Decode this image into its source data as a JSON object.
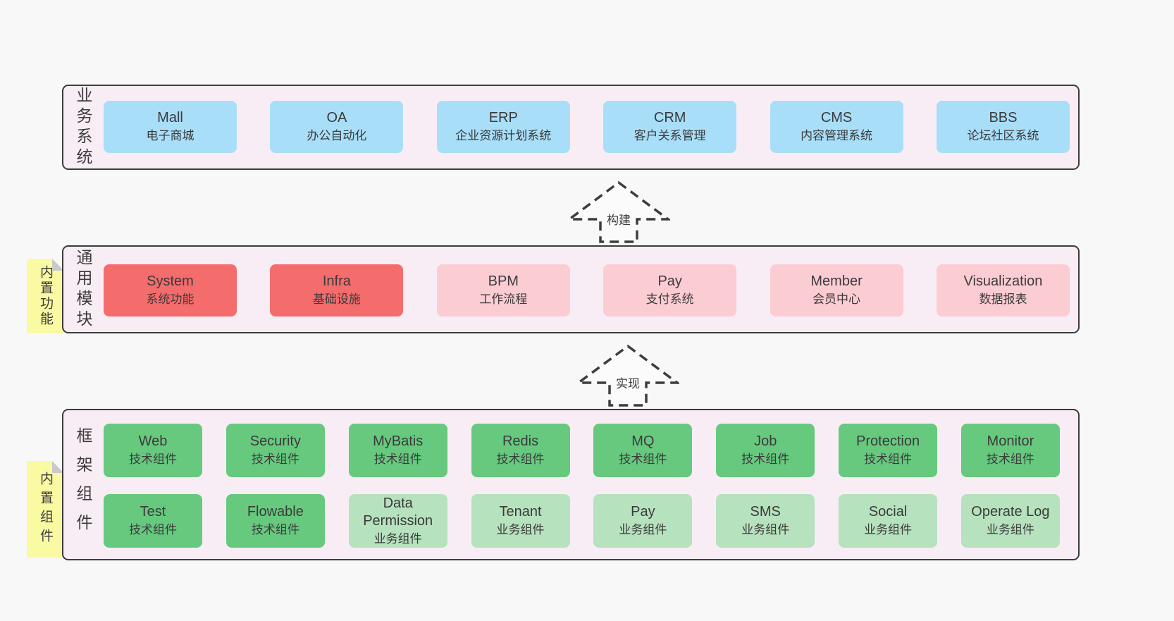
{
  "colors": {
    "page_bg": "#f8f8f8",
    "container_fill": "#f8edf5",
    "container_border": "#3c3c3c",
    "blue_box": "#a9def9",
    "red_box": "#f56c6c",
    "pink_box": "#fcccd3",
    "green_box": "#66c97e",
    "light_green_box": "#b6e2be",
    "note_yellow": "#fafaa3",
    "note_fold_gray": "#c9c9c9",
    "text": "#3b3b3b"
  },
  "sections": {
    "business": {
      "label": "业务系统",
      "boxes": [
        {
          "name": "Mall",
          "desc": "电子商城",
          "type": "blue"
        },
        {
          "name": "OA",
          "desc": "办公自动化",
          "type": "blue"
        },
        {
          "name": "ERP",
          "desc": "企业资源计划系统",
          "type": "blue"
        },
        {
          "name": "CRM",
          "desc": "客户关系管理",
          "type": "blue"
        },
        {
          "name": "CMS",
          "desc": "内容管理系统",
          "type": "blue"
        },
        {
          "name": "BBS",
          "desc": "论坛社区系统",
          "type": "blue"
        }
      ]
    },
    "modules": {
      "label": "通用模块",
      "note": "内置功能",
      "boxes": [
        {
          "name": "System",
          "desc": "系统功能",
          "type": "red"
        },
        {
          "name": "Infra",
          "desc": "基础设施",
          "type": "red"
        },
        {
          "name": "BPM",
          "desc": "工作流程",
          "type": "pink"
        },
        {
          "name": "Pay",
          "desc": "支付系统",
          "type": "pink"
        },
        {
          "name": "Member",
          "desc": "会员中心",
          "type": "pink"
        },
        {
          "name": "Visualization",
          "desc": "数据报表",
          "type": "pink"
        }
      ]
    },
    "framework": {
      "label": "框架组件",
      "note": "内置组件",
      "row1": [
        {
          "name": "Web",
          "desc": "技术组件",
          "type": "green"
        },
        {
          "name": "Security",
          "desc": "技术组件",
          "type": "green"
        },
        {
          "name": "MyBatis",
          "desc": "技术组件",
          "type": "green"
        },
        {
          "name": "Redis",
          "desc": "技术组件",
          "type": "green"
        },
        {
          "name": "MQ",
          "desc": "技术组件",
          "type": "green"
        },
        {
          "name": "Job",
          "desc": "技术组件",
          "type": "green"
        },
        {
          "name": "Protection",
          "desc": "技术组件",
          "type": "green"
        },
        {
          "name": "Monitor",
          "desc": "技术组件",
          "type": "green"
        }
      ],
      "row2": [
        {
          "name": "Test",
          "desc": "技术组件",
          "type": "green"
        },
        {
          "name": "Flowable",
          "desc": "技术组件",
          "type": "green"
        },
        {
          "name": "Data Permission",
          "desc": "业务组件",
          "type": "lightgreen"
        },
        {
          "name": "Tenant",
          "desc": "业务组件",
          "type": "lightgreen"
        },
        {
          "name": "Pay",
          "desc": "业务组件",
          "type": "lightgreen"
        },
        {
          "name": "SMS",
          "desc": "业务组件",
          "type": "lightgreen"
        },
        {
          "name": "Social",
          "desc": "业务组件",
          "type": "lightgreen"
        },
        {
          "name": "Operate Log",
          "desc": "业务组件",
          "type": "lightgreen"
        }
      ]
    }
  },
  "arrows": {
    "build": "构建",
    "implement": "实现"
  }
}
